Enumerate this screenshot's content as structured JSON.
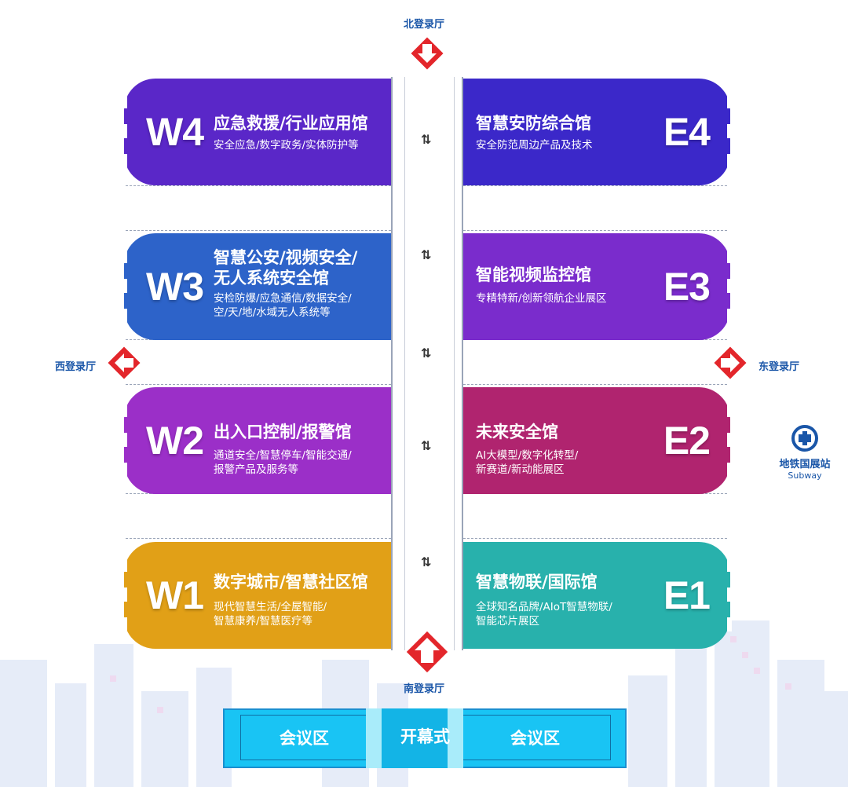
{
  "entrances": {
    "north": "北登录厅",
    "south": "南登录厅",
    "west": "西登录厅",
    "east": "东登录厅"
  },
  "halls": [
    {
      "code": "W4",
      "title_lines": [
        "应急救援/行业应用馆"
      ],
      "sub_lines": [
        "安全应急/数字政务/实体防护等"
      ],
      "color": "#5a27c8",
      "side": "west"
    },
    {
      "code": "W3",
      "title_lines": [
        "智慧公安/视频安全/",
        "无人系统安全馆"
      ],
      "sub_lines": [
        "安检防爆/应急通信/数据安全/",
        "空/天/地/水域无人系统等"
      ],
      "color": "#2d63c9",
      "side": "west"
    },
    {
      "code": "W2",
      "title_lines": [
        "出入口控制/报警馆"
      ],
      "sub_lines": [
        "通道安全/智慧停车/智能交通/",
        "报警产品及服务等"
      ],
      "color": "#9b2fc8",
      "side": "west"
    },
    {
      "code": "W1",
      "title_lines": [
        "数字城市/智慧社区馆"
      ],
      "sub_lines": [
        "现代智慧生活/全屋智能/",
        "智慧康养/智慧医疗等"
      ],
      "color": "#e1a017",
      "side": "west"
    },
    {
      "code": "E4",
      "title_lines": [
        "智慧安防综合馆"
      ],
      "sub_lines": [
        "安全防范周边产品及技术"
      ],
      "color": "#3b28c9",
      "side": "east"
    },
    {
      "code": "E3",
      "title_lines": [
        "智能视频监控馆"
      ],
      "sub_lines": [
        "专精特新/创新领航企业展区"
      ],
      "color": "#7a2ccc",
      "side": "east"
    },
    {
      "code": "E2",
      "title_lines": [
        "未来安全馆"
      ],
      "sub_lines": [
        "AI大模型/数字化转型/",
        "新赛道/新动能展区"
      ],
      "color": "#b0246f",
      "side": "east"
    },
    {
      "code": "E1",
      "title_lines": [
        "智慧物联/国际馆"
      ],
      "sub_lines": [
        "全球知名品牌/AIoT智慧物联/",
        "智能芯片展区"
      ],
      "color": "#28b1ac",
      "side": "east"
    }
  ],
  "conference": {
    "left": "会议区",
    "center": "开幕式",
    "right": "会议区"
  },
  "subway": {
    "name": "地铁国展站",
    "sub": "Subway",
    "color": "#1a56a8"
  },
  "colors": {
    "entrance_red": "#e3262b",
    "label_blue": "#1a56a8",
    "conference_cyan": "#19c4f4"
  }
}
